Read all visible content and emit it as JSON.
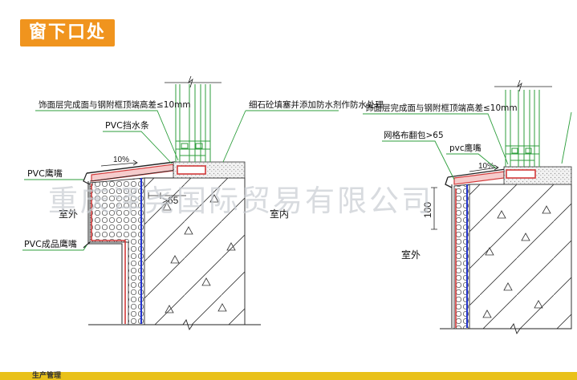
{
  "page_title": "窗下口处",
  "watermark": "重庆泽尧国际贸易有限公司",
  "left_detail": {
    "label_level_diff": "饰面层完成面与钢附框顶端高差≤10mm",
    "label_fill": "细石砼填塞并添加防水剂作防水处理",
    "label_pvc_strip": "PVC挡水条",
    "label_pvc_drip": "PVC鹰嘴",
    "label_pvc_finished_drip": "PVC成品鹰嘴",
    "slope": "10%",
    "dim": ">65",
    "outdoor": "室外",
    "indoor": "室内"
  },
  "right_detail": {
    "label_level_diff": "饰面层完成面与钢附框顶端高差≤10mm",
    "label_mesh": "网格布翻包>65",
    "label_pvc_drip": "pvc鹰嘴",
    "slope": "10%",
    "dim": "100",
    "outdoor": "室外"
  },
  "bottom_title": "生产管理"
}
